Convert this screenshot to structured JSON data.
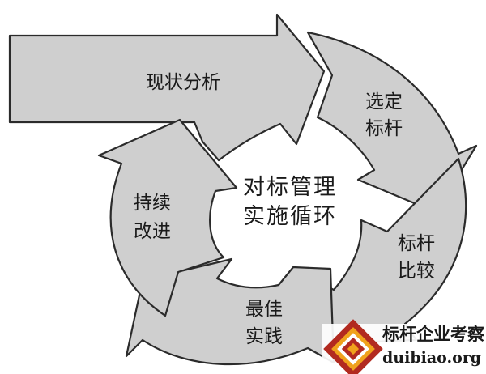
{
  "diagram": {
    "center_line1": "对标管理",
    "center_line2": "实施循环",
    "steps": [
      {
        "line1": "现状分析",
        "line2": ""
      },
      {
        "line1": "选定",
        "line2": "标杆"
      },
      {
        "line1": "标杆",
        "line2": "比较"
      },
      {
        "line1": "最佳",
        "line2": "实践"
      },
      {
        "line1": "持续",
        "line2": "改进"
      }
    ]
  },
  "watermark": {
    "name": "标杆企业考察",
    "url": "duibiao.org",
    "logo_colors": [
      "#c0392b",
      "#f39c12",
      "#ffffff"
    ]
  }
}
